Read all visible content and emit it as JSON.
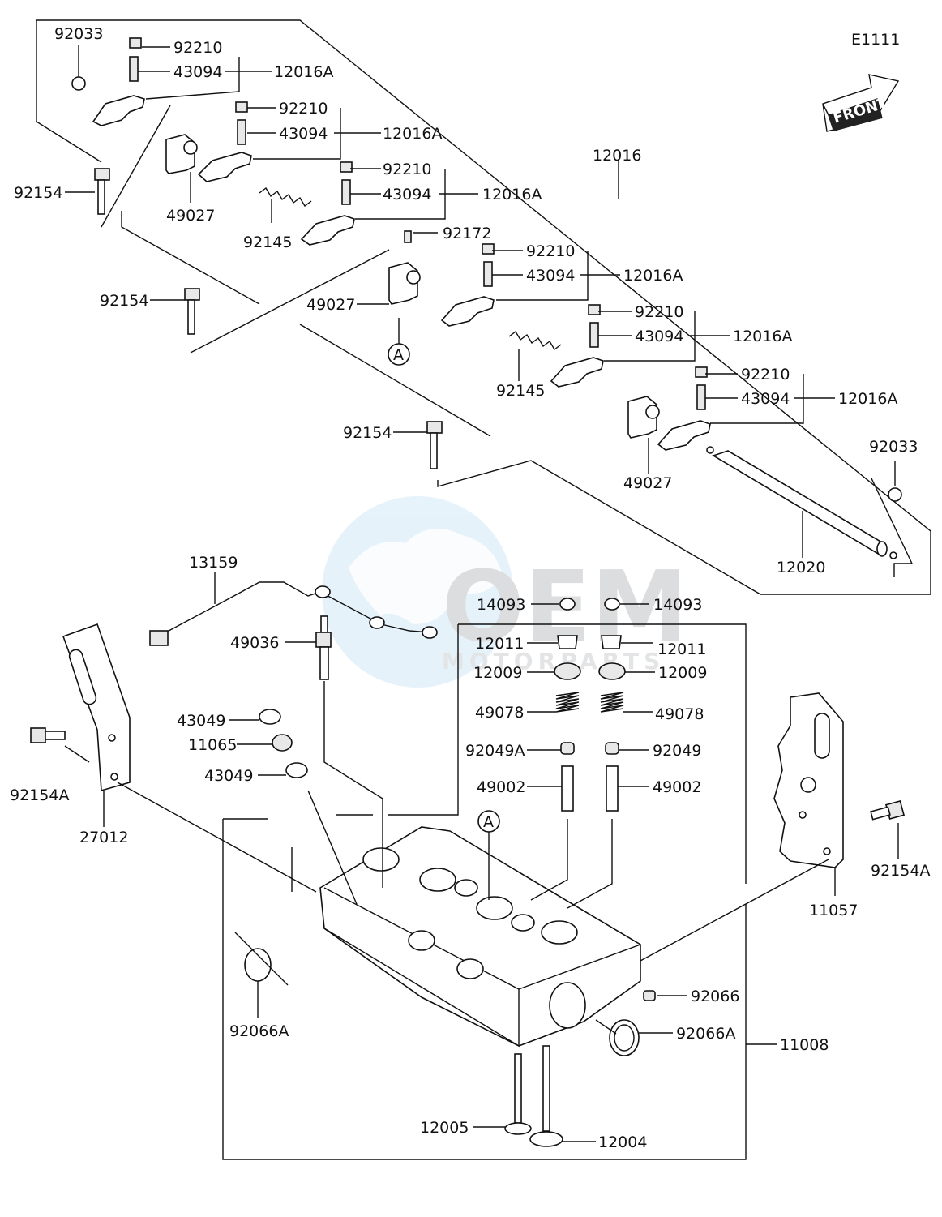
{
  "diagram_code": "E1111",
  "front_label": "FRONT",
  "watermark": {
    "brand": "OEM",
    "sub": "MOTORPARTS"
  },
  "callout_marker": "A",
  "labels": {
    "p92033_a": "92033",
    "p92033_b": "92033",
    "p92210_1": "92210",
    "p92210_2": "92210",
    "p92210_3": "92210",
    "p92210_4": "92210",
    "p92210_5": "92210",
    "p92210_6": "92210",
    "p43094_1": "43094",
    "p43094_2": "43094",
    "p43094_3": "43094",
    "p43094_4": "43094",
    "p43094_5": "43094",
    "p43094_6": "43094",
    "p12016A_1": "12016A",
    "p12016A_2": "12016A",
    "p12016A_3": "12016A",
    "p12016A_4": "12016A",
    "p12016A_5": "12016A",
    "p12016A_6": "12016A",
    "p12016": "12016",
    "p92154_1": "92154",
    "p92154_2": "92154",
    "p92154_3": "92154",
    "p49027_1": "49027",
    "p49027_2": "49027",
    "p49027_3": "49027",
    "p92145_1": "92145",
    "p92145_2": "92145",
    "p92172": "92172",
    "p12020": "12020",
    "p13159": "13159",
    "p49036": "49036",
    "p14093_l": "14093",
    "p14093_r": "14093",
    "p12011_l": "12011",
    "p12011_r": "12011",
    "p12009_l": "12009",
    "p12009_r": "12009",
    "p49078_l": "49078",
    "p49078_r": "49078",
    "p92049A": "92049A",
    "p92049": "92049",
    "p49002_l": "49002",
    "p49002_r": "49002",
    "p43049_a": "43049",
    "p43049_b": "43049",
    "p11065": "11065",
    "p92154A_l": "92154A",
    "p92154A_r": "92154A",
    "p27012": "27012",
    "p11057": "11057",
    "p92066": "92066",
    "p92066A_l": "92066A",
    "p92066A_r": "92066A",
    "p11008": "11008",
    "p12005": "12005",
    "p12004": "12004"
  }
}
